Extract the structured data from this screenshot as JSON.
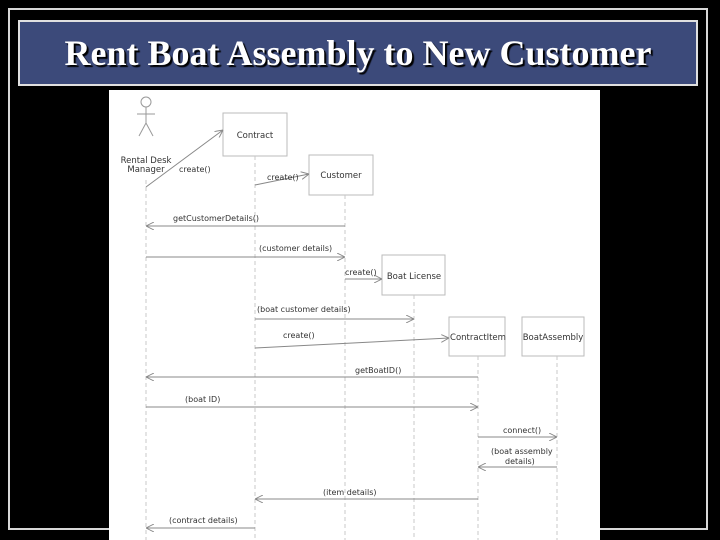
{
  "slide": {
    "title": "Rent Boat Assembly to New Customer"
  },
  "diagram": {
    "actor": {
      "name_line1": "Rental Desk",
      "name_line2": "Manager"
    },
    "objects": {
      "contract": "Contract",
      "customer": "Customer",
      "boat_license": "Boat License",
      "contract_item": "ContractItem",
      "boat_assembly": "BoatAssembly"
    },
    "messages": {
      "m1": "create()",
      "m2": "create()",
      "m3": "getCustomerDetails()",
      "m4": "(customer details)",
      "m5": "create()",
      "m6": "(boat customer details)",
      "m7": "create()",
      "m8": "getBoatID()",
      "m9": "(boat ID)",
      "m10": "connect()",
      "m11_line1": "(boat assembly",
      "m11_line2": "details)",
      "m12": "(item details)",
      "m13": "(contract details)"
    }
  },
  "colors": {
    "slide_bg": "#000000",
    "title_bg": "#3c4a7a",
    "diagram_bg": "#ffffff"
  }
}
